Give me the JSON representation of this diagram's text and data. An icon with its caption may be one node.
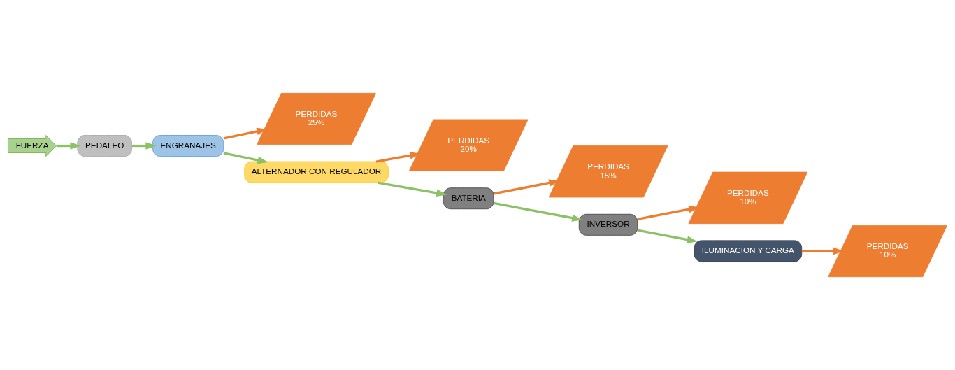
{
  "diagram": {
    "nodes": [
      {
        "text": [
          "FUERZA"
        ]
      },
      {
        "text": [
          "PEDALEO"
        ]
      },
      {
        "text": [
          "ENGRANAJES"
        ]
      },
      {
        "text": [
          "PERDIDAS",
          "25%"
        ]
      },
      {
        "text": [
          "ALTERNADOR CON REGULADOR"
        ]
      },
      {
        "text": [
          "PERDIDAS",
          "20%"
        ]
      },
      {
        "text": [
          "BATERIA"
        ]
      },
      {
        "text": [
          "PERDIDAS",
          "15%"
        ]
      },
      {
        "text": [
          "INVERSOR"
        ]
      },
      {
        "text": [
          "PERDIDAS",
          "10%"
        ]
      },
      {
        "text": [
          "ILUMINACION Y CARGA"
        ]
      },
      {
        "text": [
          "PERDIDAS",
          "10%"
        ]
      }
    ],
    "edges": [
      {
        "from": 0,
        "to": 1,
        "arrow": "to"
      },
      {
        "from": 1,
        "to": 2,
        "arrow": "to"
      },
      {
        "from": 2,
        "to": 3,
        "arrow": "to",
        "color": "#ed7d31"
      },
      {
        "from": 2,
        "to": 4,
        "arrow": "to"
      },
      {
        "from": 4,
        "to": 5,
        "arrow": "to",
        "color": "#ed7d31"
      },
      {
        "from": 4,
        "to": 6,
        "arrow": "to"
      },
      {
        "from": 6,
        "to": 7,
        "arrow": "to",
        "color": "#ed7d31"
      },
      {
        "from": 6,
        "to": 8,
        "arrow": "to"
      },
      {
        "from": 8,
        "to": 9,
        "arrow": "to",
        "color": "#ed7d31"
      },
      {
        "from": 8,
        "to": 10,
        "arrow": "to"
      },
      {
        "from": 10,
        "to": 11,
        "arrow": "to",
        "color": "#ed7d31"
      }
    ]
  }
}
